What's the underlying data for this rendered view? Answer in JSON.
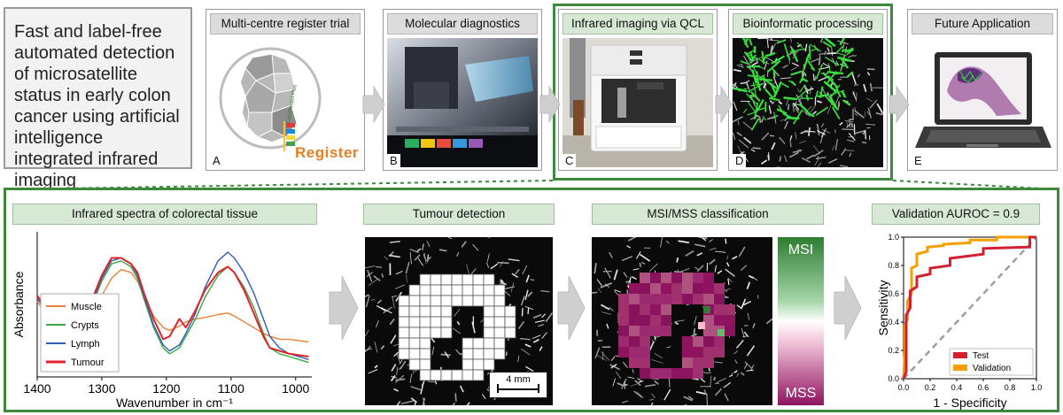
{
  "title_text": "Fast and label-free automated detection of microsatellite status in early colon cancer using artificial intelligence integrated infrared imaging",
  "top_panels": [
    {
      "label": "Multi-centre register trial",
      "letter": "A",
      "logo_text": "Register",
      "logo_small": "ColoPredict Plus"
    },
    {
      "label": "Molecular diagnostics",
      "letter": "B"
    },
    {
      "label": "Infrared imaging via QCL",
      "letter": "C"
    },
    {
      "label": "Bioinformatic processing",
      "letter": "D"
    },
    {
      "label": "Future Application",
      "letter": "E"
    }
  ],
  "bottom_panels": [
    {
      "label": "Infrared spectra of colorectal tissue"
    },
    {
      "label": "Tumour detection",
      "scale_bar": "4 mm"
    },
    {
      "label": "MSI/MSS classification",
      "colorbar_top": "MSI",
      "colorbar_bottom": "MSS"
    },
    {
      "label": "Validation AUROC = 0.9"
    }
  ],
  "colors": {
    "green_frame": "#3d8a3d",
    "muscle": "#e9823a",
    "crypts": "#3aa845",
    "lymph": "#2f5bb5",
    "tumour": "#e2232a",
    "test": "#d32030",
    "validation": "#f5a000",
    "msi": "#2e7d32",
    "mss": "#8e1460"
  },
  "chart_data": [
    {
      "type": "line",
      "title": "",
      "xlabel": "Wavenumber in cm⁻¹",
      "ylabel": "Absorbance",
      "xlim": [
        1400,
        975
      ],
      "x_ticks": [
        1400,
        1300,
        1200,
        1100,
        1000
      ],
      "x": [
        1400,
        1380,
        1365,
        1355,
        1340,
        1320,
        1300,
        1285,
        1270,
        1255,
        1245,
        1235,
        1220,
        1205,
        1195,
        1180,
        1170,
        1155,
        1140,
        1120,
        1105,
        1095,
        1080,
        1065,
        1050,
        1040,
        1025,
        1010,
        995,
        980
      ],
      "series": [
        {
          "name": "Muscle",
          "values": [
            0.52,
            0.4,
            0.3,
            0.29,
            0.33,
            0.42,
            0.56,
            0.68,
            0.74,
            0.72,
            0.66,
            0.56,
            0.42,
            0.34,
            0.32,
            0.35,
            0.38,
            0.4,
            0.41,
            0.43,
            0.44,
            0.42,
            0.38,
            0.34,
            0.3,
            0.28,
            0.26,
            0.26,
            0.25,
            0.24
          ]
        },
        {
          "name": "Crypts",
          "values": [
            0.56,
            0.42,
            0.28,
            0.22,
            0.28,
            0.44,
            0.66,
            0.78,
            0.8,
            0.76,
            0.68,
            0.54,
            0.34,
            0.2,
            0.16,
            0.2,
            0.28,
            0.4,
            0.55,
            0.7,
            0.76,
            0.72,
            0.62,
            0.48,
            0.3,
            0.2,
            0.16,
            0.14,
            0.12,
            0.1
          ]
        },
        {
          "name": "Lymph",
          "values": [
            0.54,
            0.42,
            0.3,
            0.24,
            0.3,
            0.46,
            0.68,
            0.8,
            0.82,
            0.78,
            0.7,
            0.56,
            0.36,
            0.22,
            0.18,
            0.22,
            0.3,
            0.44,
            0.62,
            0.8,
            0.86,
            0.82,
            0.72,
            0.58,
            0.4,
            0.28,
            0.2,
            0.16,
            0.14,
            0.12
          ]
        },
        {
          "name": "Tumour",
          "values": [
            0.56,
            0.44,
            0.32,
            0.26,
            0.32,
            0.48,
            0.7,
            0.82,
            0.82,
            0.78,
            0.72,
            0.58,
            0.4,
            0.26,
            0.28,
            0.4,
            0.34,
            0.46,
            0.6,
            0.72,
            0.76,
            0.72,
            0.6,
            0.44,
            0.28,
            0.2,
            0.18,
            0.16,
            0.15,
            0.14
          ]
        }
      ]
    },
    {
      "type": "line",
      "title": "",
      "xlabel": "1 - Specificity",
      "ylabel": "Sensitivity",
      "xlim": [
        0,
        1.0
      ],
      "ylim": [
        0,
        1.0
      ],
      "x_ticks": [
        "0.0",
        "0.2",
        "0.4",
        "0.6",
        "0.8",
        "1.0"
      ],
      "y_ticks": [
        "0.0",
        "0.2",
        "0.4",
        "0.6",
        "0.8",
        "1.0"
      ],
      "series": [
        {
          "name": "Test",
          "x": [
            0,
            0.02,
            0.02,
            0.05,
            0.05,
            0.1,
            0.1,
            0.2,
            0.2,
            0.35,
            0.35,
            0.6,
            0.6,
            0.95,
            0.95,
            1.0
          ],
          "y": [
            0,
            0.05,
            0.45,
            0.5,
            0.62,
            0.65,
            0.72,
            0.74,
            0.78,
            0.8,
            0.85,
            0.88,
            0.92,
            0.93,
            1.0,
            1.0
          ]
        },
        {
          "name": "Validation",
          "x": [
            0,
            0.01,
            0.01,
            0.03,
            0.03,
            0.06,
            0.06,
            0.1,
            0.1,
            0.18,
            0.18,
            0.3,
            0.3,
            0.5,
            0.5,
            0.7,
            0.7,
            1.0
          ],
          "y": [
            0,
            0.2,
            0.38,
            0.42,
            0.55,
            0.6,
            0.78,
            0.8,
            0.88,
            0.9,
            0.93,
            0.94,
            0.95,
            0.96,
            0.98,
            0.98,
            1.0,
            1.0
          ]
        }
      ]
    }
  ]
}
